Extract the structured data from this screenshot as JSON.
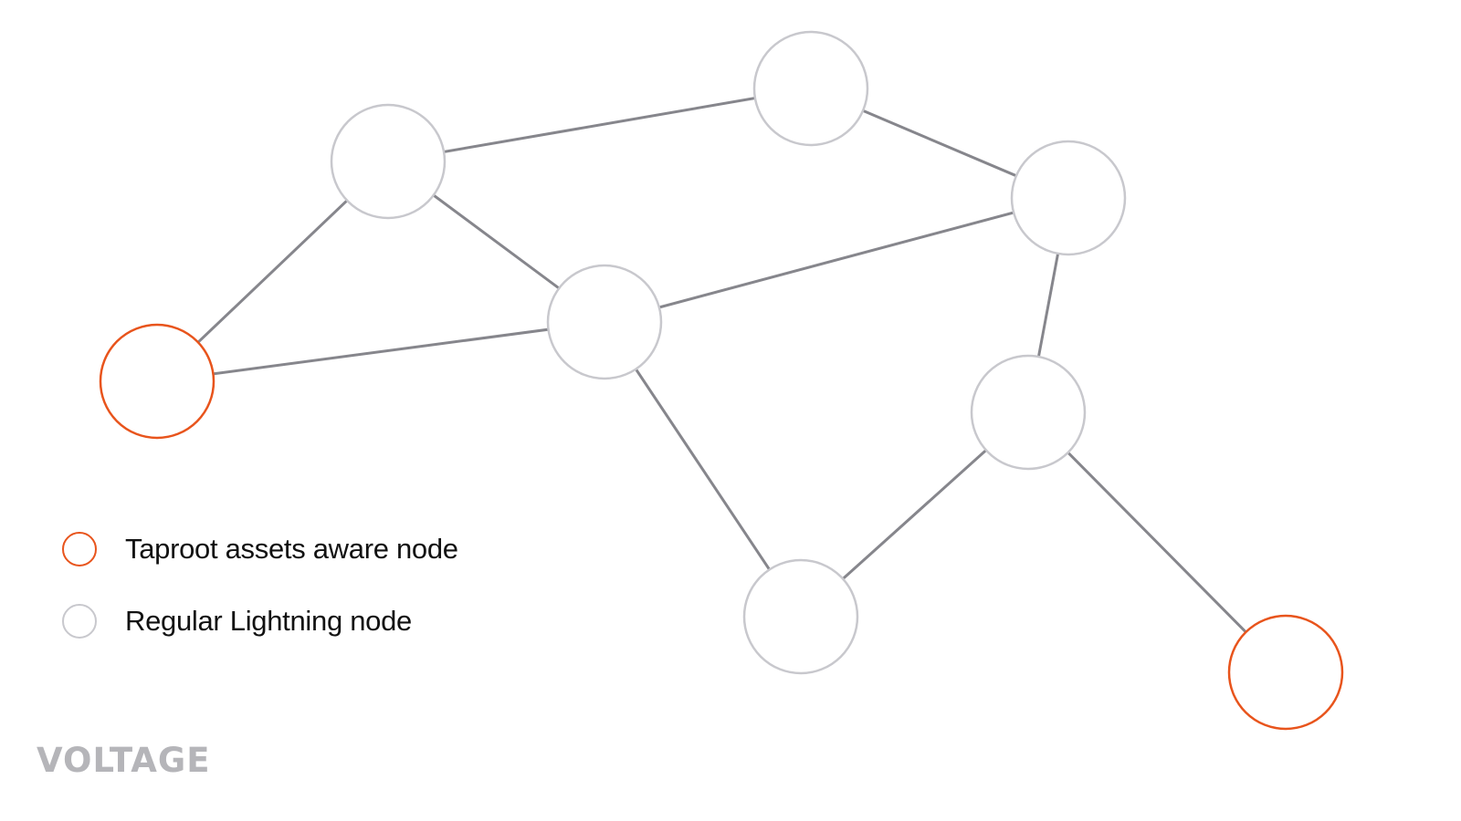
{
  "legend": {
    "items": [
      {
        "label": "Taproot assets aware node",
        "type": "taproot",
        "color": "#e8541c"
      },
      {
        "label": "Regular Lightning node",
        "type": "regular",
        "color": "#c8c8cd"
      }
    ]
  },
  "logo": {
    "text": "VOLTAGE"
  },
  "diagram": {
    "nodes": [
      {
        "id": "n1",
        "type": "regular"
      },
      {
        "id": "n2",
        "type": "regular"
      },
      {
        "id": "n3",
        "type": "regular"
      },
      {
        "id": "n4",
        "type": "regular"
      },
      {
        "id": "n5",
        "type": "taproot"
      },
      {
        "id": "n6",
        "type": "regular"
      },
      {
        "id": "n7",
        "type": "regular"
      },
      {
        "id": "n8",
        "type": "taproot"
      }
    ],
    "edges": [
      [
        "n1",
        "n2"
      ],
      [
        "n2",
        "n3"
      ],
      [
        "n1",
        "n4"
      ],
      [
        "n1",
        "n5"
      ],
      [
        "n4",
        "n5"
      ],
      [
        "n4",
        "n3"
      ],
      [
        "n3",
        "n6"
      ],
      [
        "n4",
        "n7"
      ],
      [
        "n6",
        "n7"
      ],
      [
        "n6",
        "n8"
      ]
    ]
  }
}
